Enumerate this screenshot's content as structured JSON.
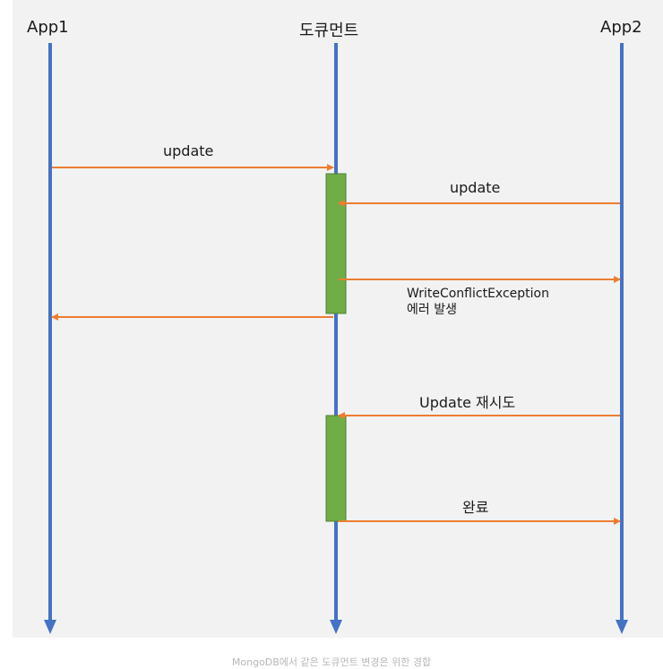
{
  "lanes": {
    "app1": "App1",
    "document": "도큐먼트",
    "app2": "App2"
  },
  "messages": {
    "m1": "update",
    "m2": "update",
    "m3_line1": "WriteConflictException",
    "m3_line2": "에러 발생",
    "m5": "Update 재시도",
    "m6": "완료"
  },
  "caption": "MongoDB에서 같은 도큐먼트 변경은 위한 경합",
  "colors": {
    "lifeline": "#4472c4",
    "arrow": "#ed7d31",
    "activation": "#70ad47",
    "activation_border": "#507e32",
    "background": "#f2f2f2"
  }
}
